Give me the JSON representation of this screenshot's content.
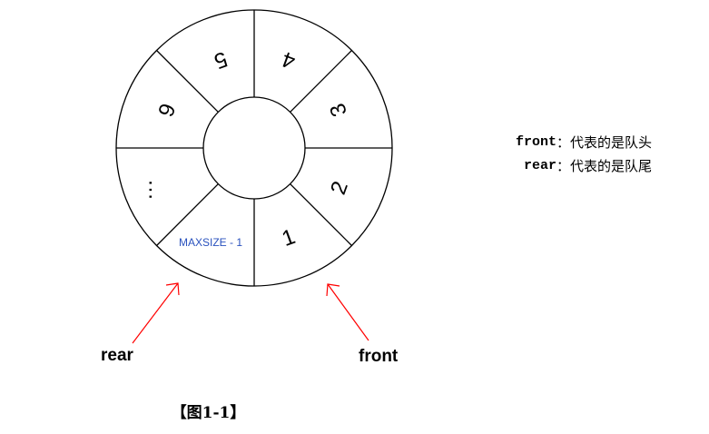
{
  "ring": {
    "slots": [
      "1",
      "2",
      "3",
      "4",
      "5",
      "6",
      "…",
      "MAXSIZE - 1"
    ],
    "line_color": "#000000",
    "maxsize_color": "#2a52be"
  },
  "pointers": {
    "rear": {
      "label": "rear"
    },
    "front": {
      "label": "front"
    },
    "arrow_color": "#ff0000"
  },
  "legend": [
    {
      "key": "front",
      "sep": "：",
      "desc": "代表的是队头"
    },
    {
      "key": "rear",
      "sep": "：",
      "desc": "代表的是队尾"
    }
  ],
  "caption": "【图1-1】"
}
